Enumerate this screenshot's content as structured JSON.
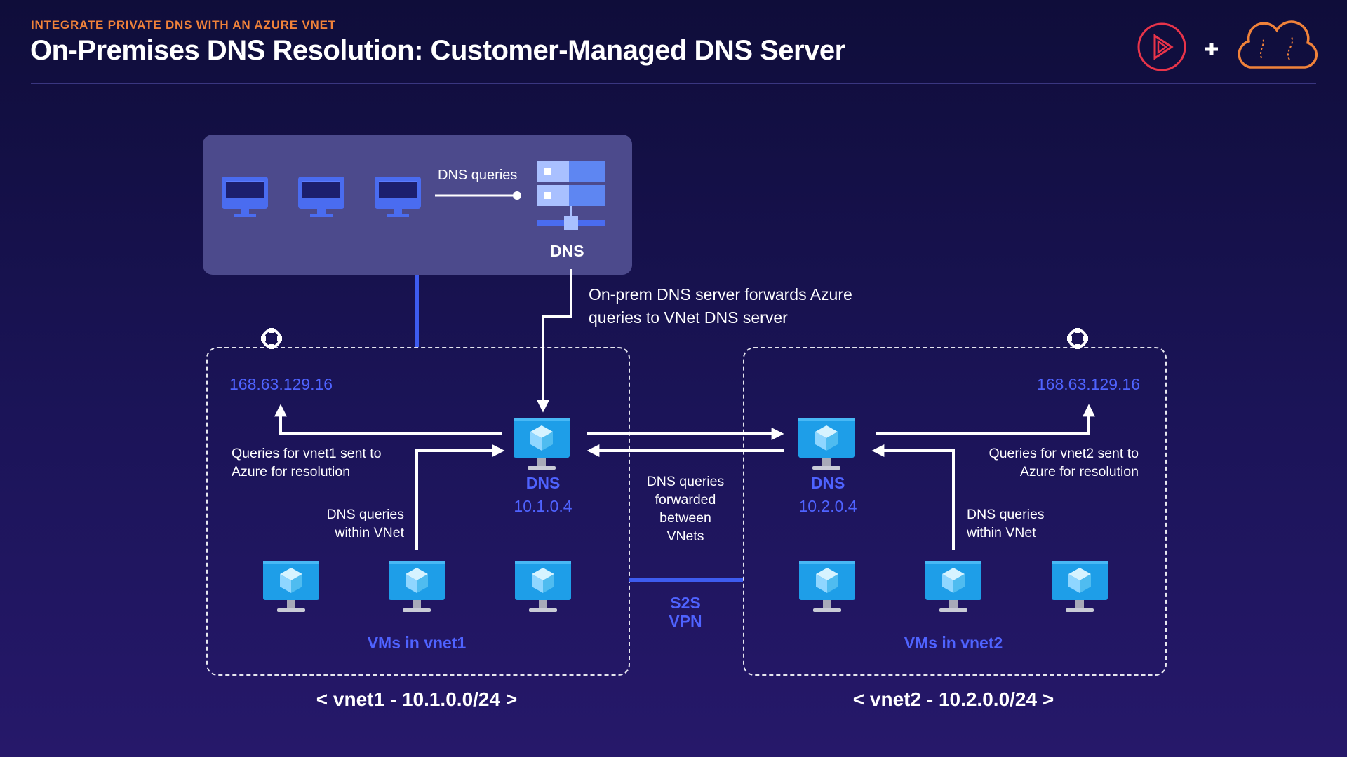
{
  "header": {
    "eyebrow": "INTEGRATE PRIVATE DNS WITH AN AZURE VNET",
    "title": "On-Premises DNS Resolution: Customer-Managed DNS Server"
  },
  "onprem": {
    "queries_label": "DNS queries",
    "server_label": "DNS",
    "forward_note_line1": "On-prem DNS server forwards Azure",
    "forward_note_line2": "queries to VNet DNS server"
  },
  "vnet1": {
    "azure_ip": "168.63.129.16",
    "azure_note_line1": "Queries for vnet1 sent to",
    "azure_note_line2": "Azure for resolution",
    "within_line1": "DNS queries",
    "within_line2": "within VNet",
    "dns_label": "DNS",
    "dns_ip": "10.1.0.4",
    "vms_label": "VMs in vnet1",
    "cidr": "< vnet1 - 10.1.0.0/24 >"
  },
  "vnet2": {
    "azure_ip": "168.63.129.16",
    "azure_note_line1": "Queries for vnet2 sent to",
    "azure_note_line2": "Azure for resolution",
    "within_line1": "DNS queries",
    "within_line2": "within VNet",
    "dns_label": "DNS",
    "dns_ip": "10.2.0.4",
    "vms_label": "VMs in vnet2",
    "cidr": "< vnet2 - 10.2.0.0/24 >"
  },
  "between": {
    "line1": "DNS queries",
    "line2": "forwarded",
    "line3": "between",
    "line4": "VNets",
    "vpn_line1": "S2S",
    "vpn_line2": "VPN"
  },
  "colors": {
    "accent_orange": "#f0823a",
    "accent_blue": "#4f63ff",
    "logo_red": "#e8344a"
  },
  "icons": [
    "play-logo-icon",
    "plus-icon",
    "cloud-logo-icon",
    "monitor-icon",
    "dns-server-icon",
    "vm-icon",
    "gear-icon"
  ]
}
